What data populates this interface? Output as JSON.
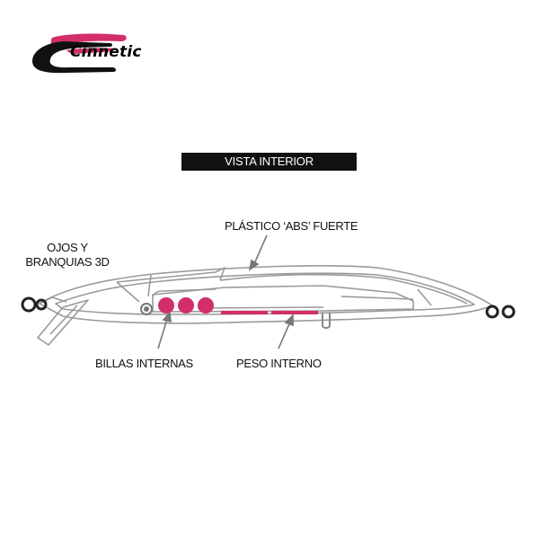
{
  "brand": {
    "name": "Cinnetic",
    "accent_color": "#d22e6c",
    "logo_icon": "cinnetic-c-swoosh-logo"
  },
  "title": "VISTA INTERIOR",
  "labels": {
    "eyes_line1": "OJOS Y",
    "eyes_line2": "BRANQUIAS 3D",
    "plastic": "PLÁSTICO ‘ABS’ FUERTE",
    "balls": "BILLAS INTERNAS",
    "weight": "PESO INTERNO"
  },
  "colors": {
    "outline": "#999999",
    "accent": "#d22e6c",
    "ring": "#222222"
  }
}
